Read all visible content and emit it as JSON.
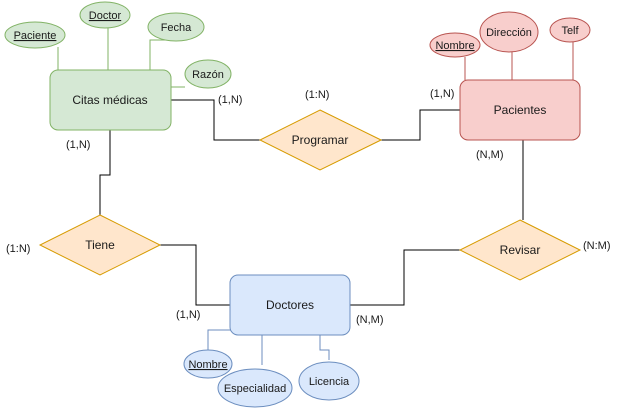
{
  "colors": {
    "green_fill": "#d5e8d4",
    "green_stroke": "#82b366",
    "red_fill": "#f8cecc",
    "red_stroke": "#b85450",
    "blue_fill": "#dae8fc",
    "blue_stroke": "#6c8ebf",
    "yellow_fill": "#ffe6cc",
    "yellow_stroke": "#d79b00"
  },
  "entities": {
    "citas": "Citas médicas",
    "pacientes": "Pacientes",
    "doctores": "Doctores"
  },
  "relationships": {
    "programar": "Programar",
    "tiene": "Tiene",
    "revisar": "Revisar"
  },
  "attributes": {
    "citas": {
      "paciente": "Paciente",
      "doctor": "Doctor",
      "fecha": "Fecha",
      "razon": "Razón"
    },
    "pacientes": {
      "nombre": "Nombre",
      "direccion": "Dirección",
      "telf": "Telf"
    },
    "doctores": {
      "nombre": "Nombre",
      "especialidad": "Especialidad",
      "licencia": "Licencia"
    }
  },
  "cardinalities": {
    "citas_programar": "(1,N)",
    "programar_rel": "(1:N)",
    "pacientes_programar": "(1,N)",
    "citas_tiene": "(1,N)",
    "tiene_rel": "(1:N)",
    "doctores_tiene": "(1,N)",
    "pacientes_revisar": "(N,M)",
    "revisar_rel": "(N:M)",
    "doctores_revisar": "(N,M)"
  }
}
